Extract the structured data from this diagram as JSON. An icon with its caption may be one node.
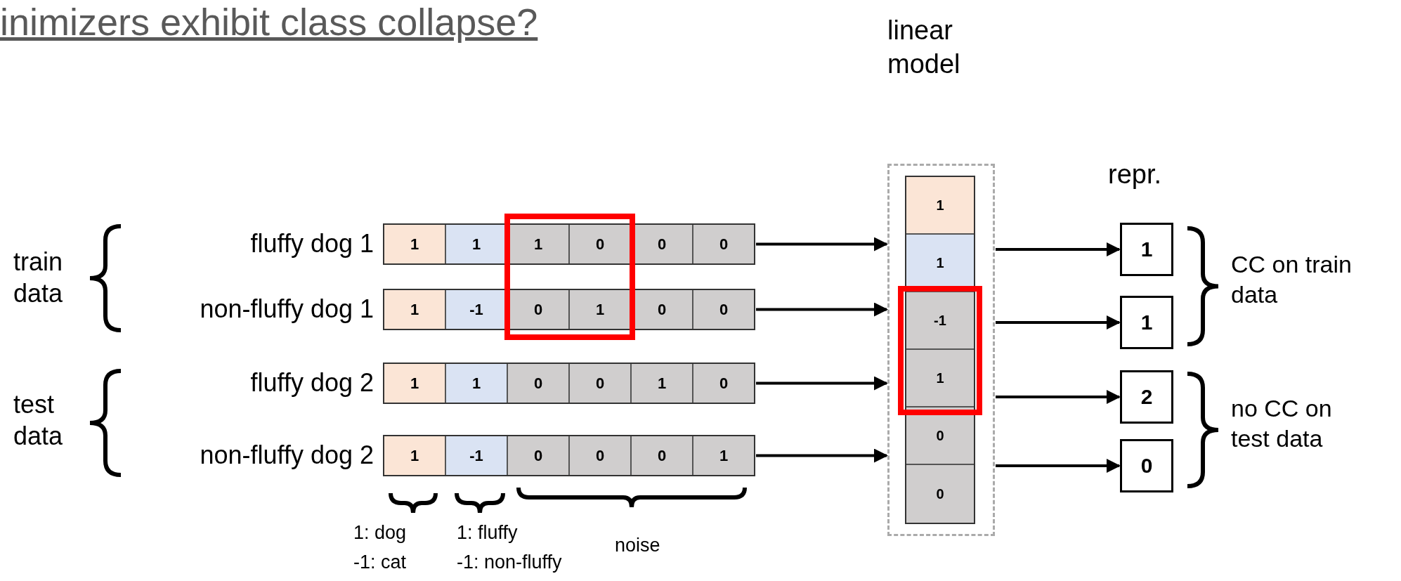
{
  "diagram": {
    "title": "inimizers exhibit class collapse?",
    "nodes": [
      {
        "text": [
          "1",
          "1",
          "1",
          "0",
          "0",
          "0"
        ],
        "beside": [
          "fluffy dog 1"
        ]
      },
      {
        "text": [
          "1",
          "-1",
          "0",
          "1",
          "0",
          "0"
        ],
        "beside": [
          "non-fluffy dog 1"
        ]
      },
      {
        "text": [
          "1",
          "1",
          "0",
          "0",
          "1",
          "0"
        ],
        "beside": [
          "fluffy dog 2"
        ]
      },
      {
        "text": [
          "1",
          "-1",
          "0",
          "0",
          "0",
          "1"
        ],
        "beside": [
          "non-fluffy dog 2"
        ]
      },
      {
        "text": [
          "linear model",
          "1",
          "1",
          "-1",
          "1",
          "0",
          "0"
        ]
      },
      {
        "text": [
          "1"
        ]
      },
      {
        "text": [
          "1"
        ]
      },
      {
        "text": [
          "2"
        ]
      },
      {
        "text": [
          "0"
        ]
      }
    ],
    "edges": [
      {
        "from": 0,
        "to": 4,
        "arrow": "to"
      },
      {
        "from": 1,
        "to": 4,
        "arrow": "to"
      },
      {
        "from": 2,
        "to": 4,
        "arrow": "to"
      },
      {
        "from": 3,
        "to": 4,
        "arrow": "to"
      },
      {
        "from": 4,
        "to": 5,
        "arrow": "to"
      },
      {
        "from": 4,
        "to": 6,
        "arrow": "to"
      },
      {
        "from": 4,
        "to": 7,
        "arrow": "to"
      },
      {
        "from": 4,
        "to": 8,
        "arrow": "to"
      }
    ],
    "labels": [
      "train data",
      "test data",
      "repr.",
      "CC on train data",
      "no CC on test data",
      "1: dog",
      "-1: cat",
      "1: fluffy",
      "-1: non-fluffy",
      "noise"
    ]
  }
}
